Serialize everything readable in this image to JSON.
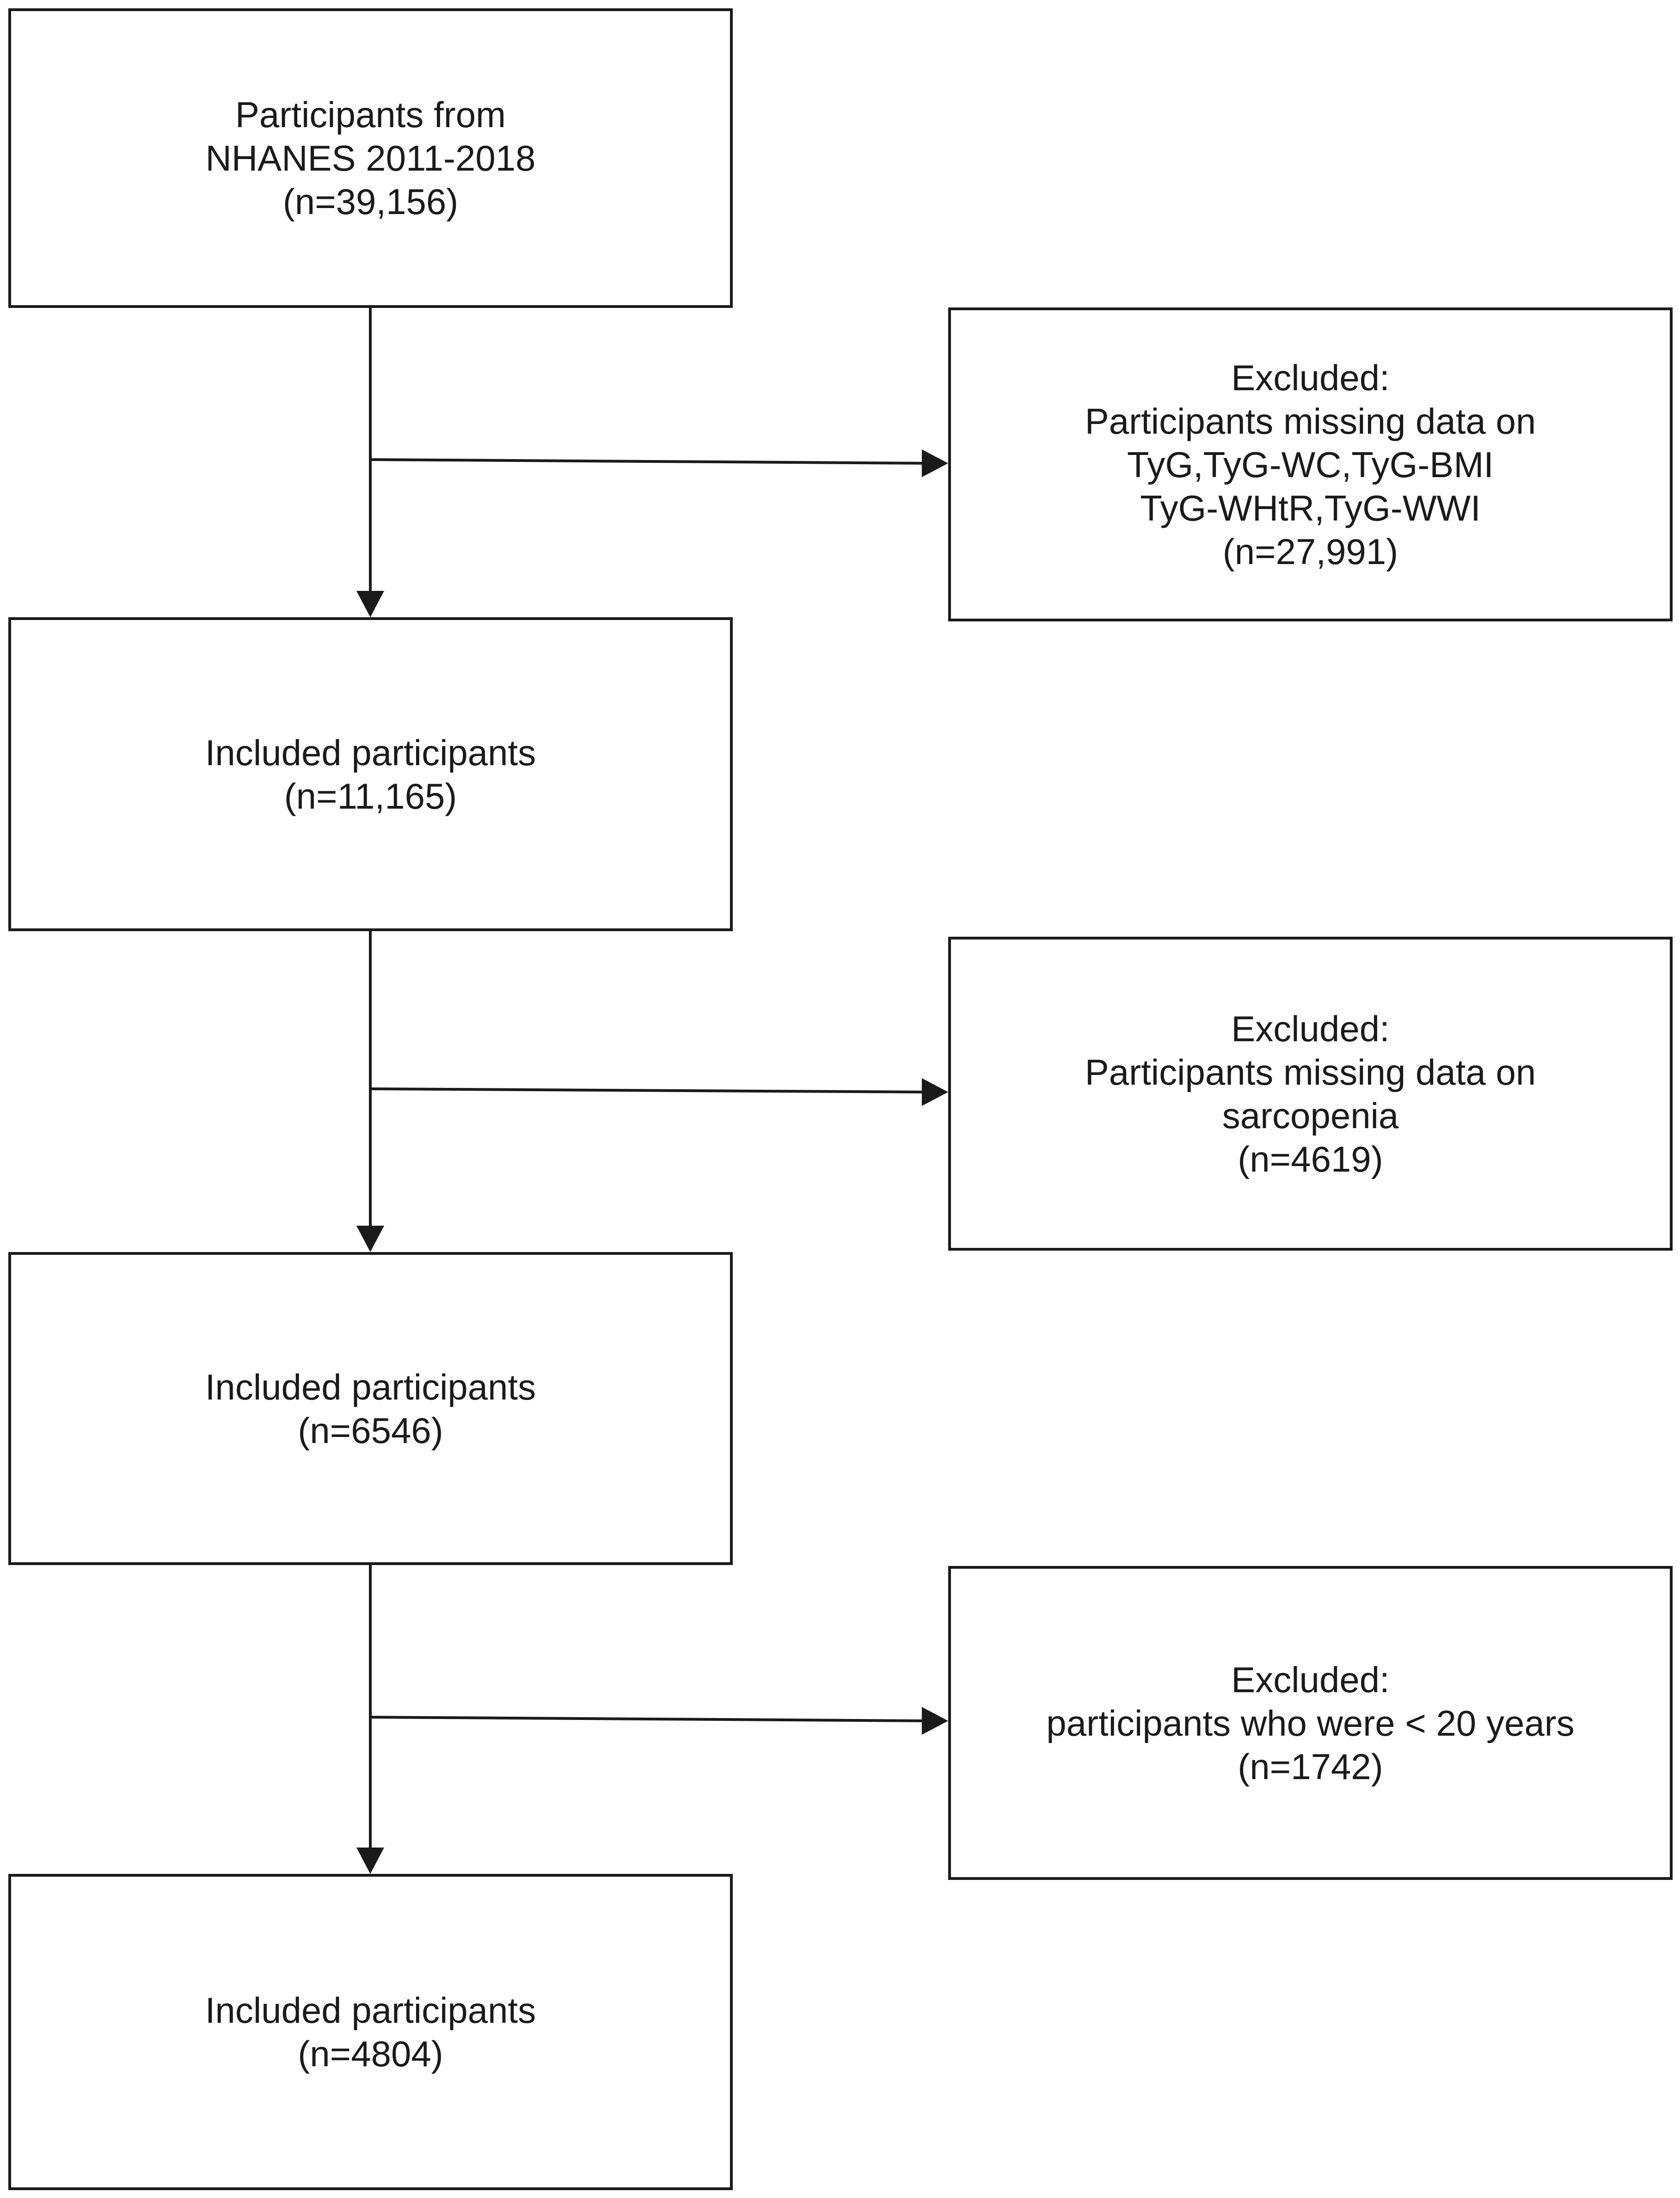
{
  "flowchart": {
    "main_boxes": [
      {
        "lines": [
          "Participants from",
          "NHANES 2011-2018",
          "(n=39,156)"
        ]
      },
      {
        "lines": [
          "Included participants",
          "(n=11,165)"
        ]
      },
      {
        "lines": [
          "Included participants",
          "(n=6546)"
        ]
      },
      {
        "lines": [
          "Included participants",
          "(n=4804)"
        ]
      }
    ],
    "exclusion_boxes": [
      {
        "lines": [
          "Excluded:",
          "Participants missing data on",
          "TyG,TyG-WC,TyG-BMI",
          "TyG-WHtR,TyG-WWI",
          "(n=27,991)"
        ]
      },
      {
        "lines": [
          "Excluded:",
          "Participants missing data on",
          "sarcopenia",
          "(n=4619)"
        ]
      },
      {
        "lines": [
          "Excluded:",
          "participants who were < 20 years",
          "(n=1742)"
        ]
      }
    ]
  }
}
